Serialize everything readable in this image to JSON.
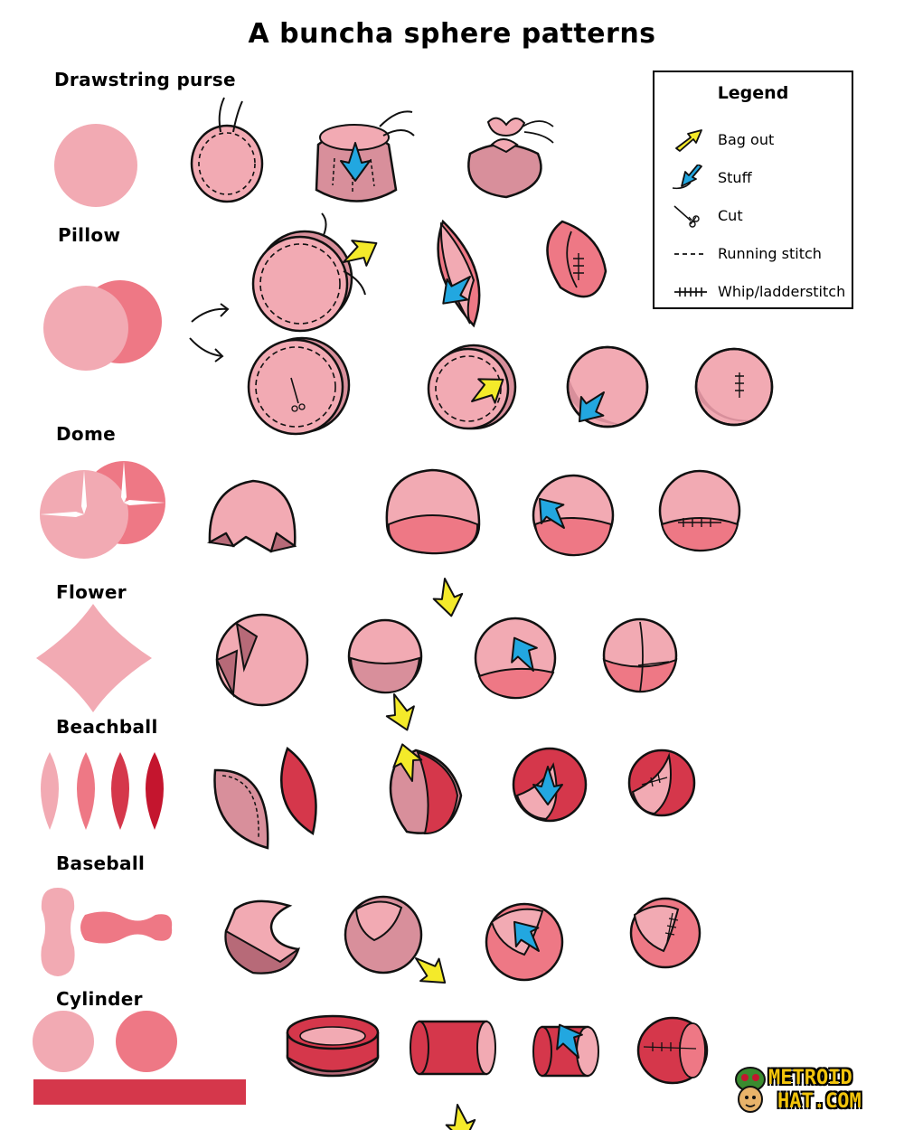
{
  "title": "A buncha sphere patterns",
  "sections": [
    {
      "id": "drawstring",
      "label": "Drawstring purse"
    },
    {
      "id": "pillow",
      "label": "Pillow"
    },
    {
      "id": "dome",
      "label": "Dome"
    },
    {
      "id": "flower",
      "label": "Flower"
    },
    {
      "id": "beachball",
      "label": "Beachball"
    },
    {
      "id": "baseball",
      "label": "Baseball"
    },
    {
      "id": "cylinder",
      "label": "Cylinder"
    }
  ],
  "legend": {
    "title": "Legend",
    "items": [
      {
        "icon": "bag-out-arrow-icon",
        "label": "Bag out"
      },
      {
        "icon": "stuff-arrow-icon",
        "label": "Stuff"
      },
      {
        "icon": "scissors-cut-icon",
        "label": "Cut"
      },
      {
        "icon": "running-stitch-icon",
        "label": "Running stitch"
      },
      {
        "icon": "whip-ladderstitch-icon",
        "label": "Whip/ladderstitch"
      }
    ]
  },
  "logo": {
    "line1": "METROID",
    "line2": "HAT.COM"
  },
  "colors": {
    "pink_light": "#f2aab3",
    "pink_mid": "#ee7885",
    "pink_dark": "#c8384f",
    "red": "#d5374b",
    "crimson": "#c4152e",
    "shade": "#b76a78",
    "bag_out": "#f4ea2a",
    "stuff": "#22a7e0",
    "outline": "#111111"
  }
}
